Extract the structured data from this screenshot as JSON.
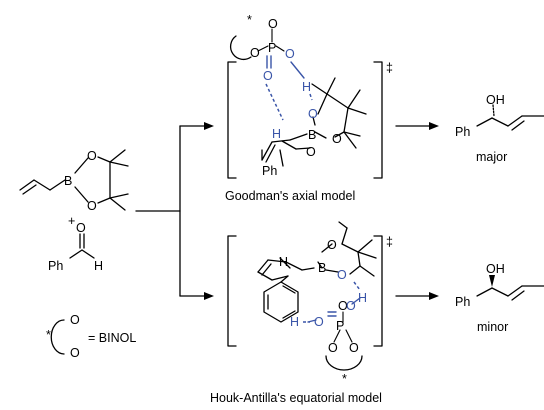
{
  "atoms": {
    "O": "O",
    "B": "B",
    "P": "P",
    "H": "H",
    "Ph": "Ph",
    "OH": "OH",
    "plus": "+",
    "star": "*",
    "dagger": "‡"
  },
  "reactants": {
    "aldehyde_substituent": "Ph",
    "aldehyde_h": "H"
  },
  "ts_axial": {
    "caption": "Goodman's axial model"
  },
  "ts_equatorial": {
    "caption": "Houk-Antilla's equatorial model"
  },
  "products": {
    "major_label": "major",
    "minor_label": "minor"
  },
  "legend": {
    "text": "= BINOL"
  },
  "colors": {
    "hydrogen_bond": "#3a55a8",
    "bonds": "#000000"
  }
}
